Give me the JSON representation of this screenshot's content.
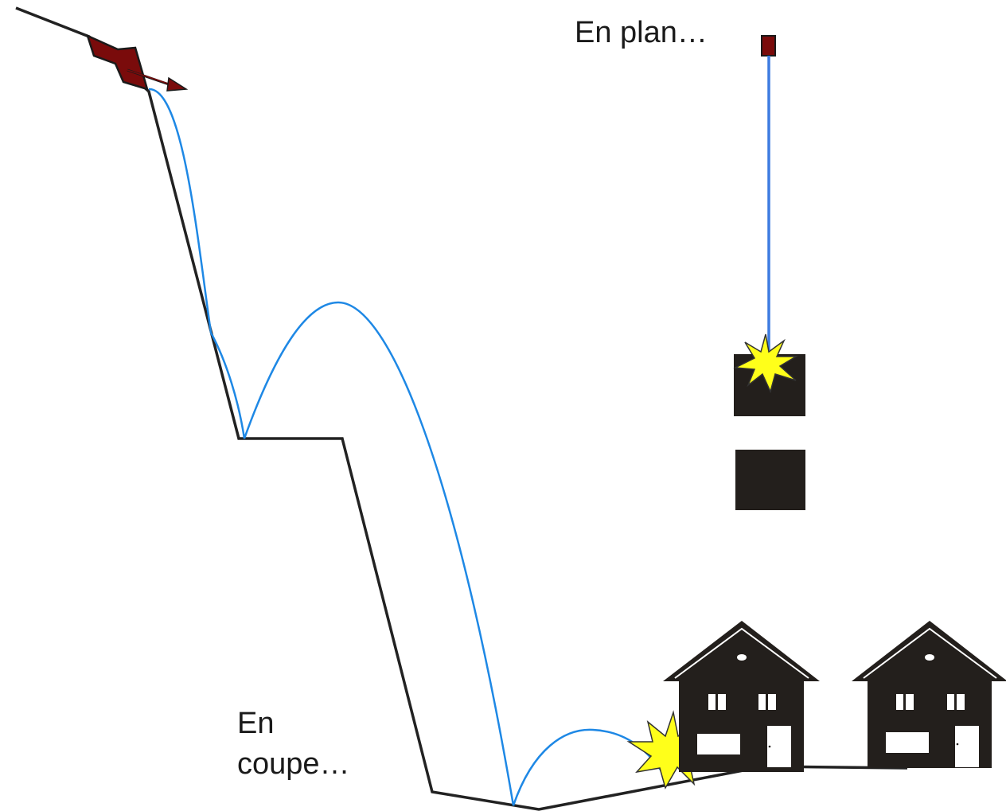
{
  "labels": {
    "plan": "En plan…",
    "coupe_line1": "En",
    "coupe_line2": "coupe…"
  },
  "colors": {
    "terrain": "#222222",
    "trajectory": "#1e88e5",
    "rock": "#7a0b0b",
    "impact": "#ffff1a",
    "house": "#231f1c",
    "building": "#231f1c"
  },
  "icons": [
    "falling-rock-icon",
    "impact-burst-icon",
    "house-icon"
  ]
}
